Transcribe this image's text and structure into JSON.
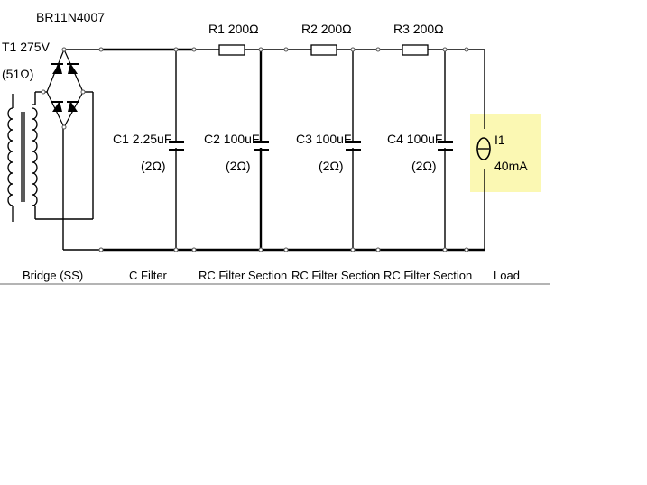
{
  "components": {
    "bridge": {
      "ref": "BR1",
      "part": "1N4007"
    },
    "transformer": {
      "line1": "T1 275V",
      "line2": "(51Ω)"
    },
    "resistors": [
      {
        "label": "R1 200Ω"
      },
      {
        "label": "R2 200Ω"
      },
      {
        "label": "R3 200Ω"
      }
    ],
    "capacitors": [
      {
        "value": "C1 2.25uF",
        "esr": "(2Ω)"
      },
      {
        "value": "C2 100uF",
        "esr": "(2Ω)"
      },
      {
        "value": "C3 100uF",
        "esr": "(2Ω)"
      },
      {
        "value": "C4 100uF",
        "esr": "(2Ω)"
      }
    ],
    "current_source": {
      "ref": "I1",
      "value": "40mA",
      "highlight_color": "#fbf8b3"
    }
  },
  "sections": [
    {
      "label": "Bridge (SS)"
    },
    {
      "label": "C Filter"
    },
    {
      "label": "RC Filter Section"
    },
    {
      "label": "RC Filter Section"
    },
    {
      "label": "RC Filter Section"
    },
    {
      "label": "Load"
    }
  ],
  "colors": {
    "wire": "#000000",
    "divider": "#b4b4b4",
    "load_highlight": "#fbf8b3"
  }
}
